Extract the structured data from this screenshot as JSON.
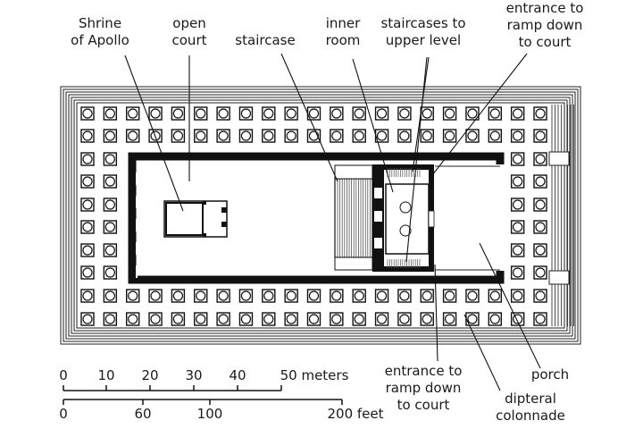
{
  "labels": {
    "shrine": [
      "Shrine",
      "of Apollo"
    ],
    "open_court": [
      "open",
      "court"
    ],
    "staircase": [
      "staircase"
    ],
    "inner_room": [
      "inner",
      "room"
    ],
    "staircases_upper": [
      "staircases to",
      "upper level"
    ],
    "entrance_top": [
      "entrance to",
      "ramp down",
      "to court"
    ],
    "entrance_bottom": [
      "entrance to",
      "ramp down",
      "to court"
    ],
    "porch": [
      "porch"
    ],
    "dipteral": [
      "dipteral",
      "colonnade"
    ]
  },
  "scale": {
    "meters": {
      "ticks": [
        "0",
        "10",
        "20",
        "30",
        "40"
      ],
      "end_label": "50 meters"
    },
    "feet": {
      "ticks": [
        "0",
        "60",
        "100"
      ],
      "end_label": "200 feet"
    }
  }
}
